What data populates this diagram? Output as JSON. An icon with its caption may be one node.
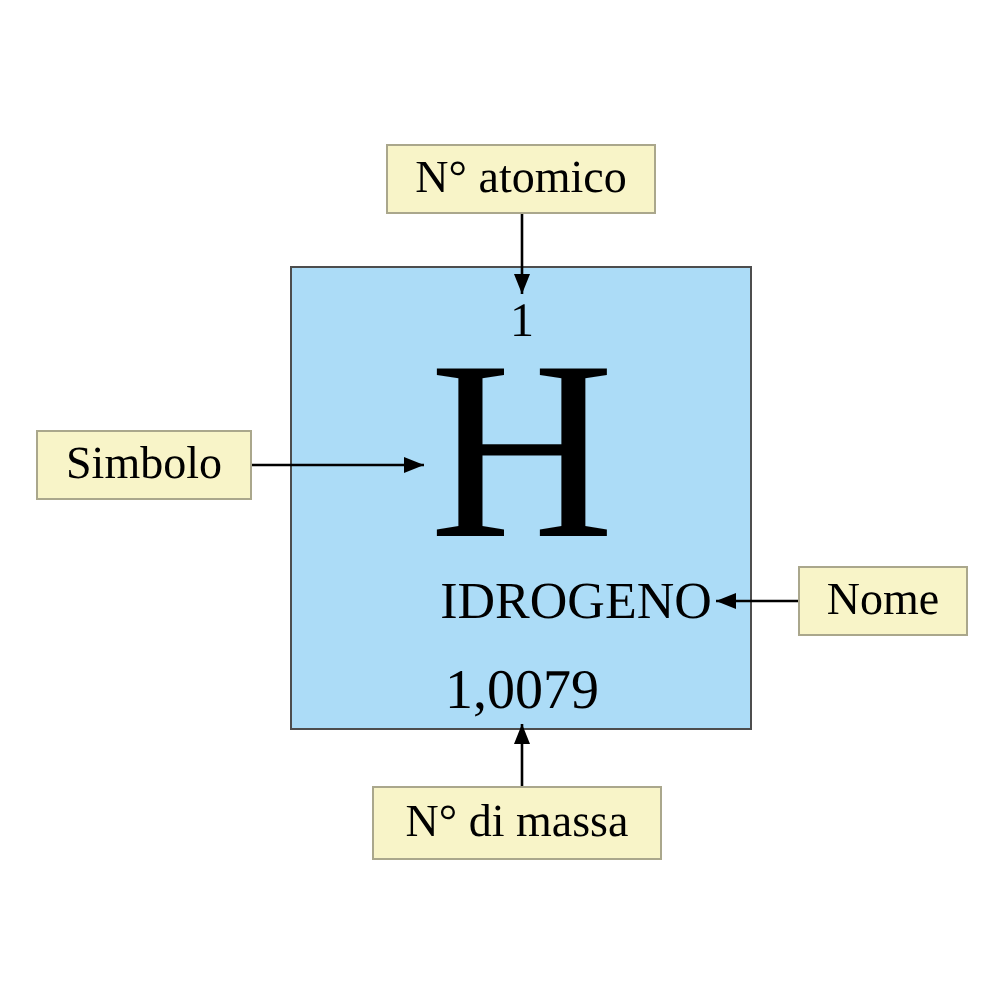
{
  "diagram": {
    "nodes": [
      {
        "text": [
          "N° atomico"
        ]
      },
      {
        "text": [],
        "shape": "box"
      },
      {
        "text": [
          "1"
        ],
        "in": 1
      },
      {
        "text": [
          "Simbolo"
        ]
      },
      {
        "text": [
          "H"
        ],
        "in": 1
      },
      {
        "text": [
          "IDROGENO"
        ],
        "in": 1
      },
      {
        "text": [
          "Nome"
        ]
      },
      {
        "text": [
          "1,0079"
        ],
        "in": 1
      },
      {
        "text": [
          "N° di massa"
        ]
      }
    ],
    "edges": [
      {
        "from": 0,
        "to": 2,
        "arrow": "to"
      },
      {
        "from": 3,
        "to": 4,
        "arrow": "to"
      },
      {
        "from": 6,
        "to": 5,
        "arrow": "to"
      },
      {
        "from": 8,
        "to": 7,
        "arrow": "to"
      }
    ]
  }
}
